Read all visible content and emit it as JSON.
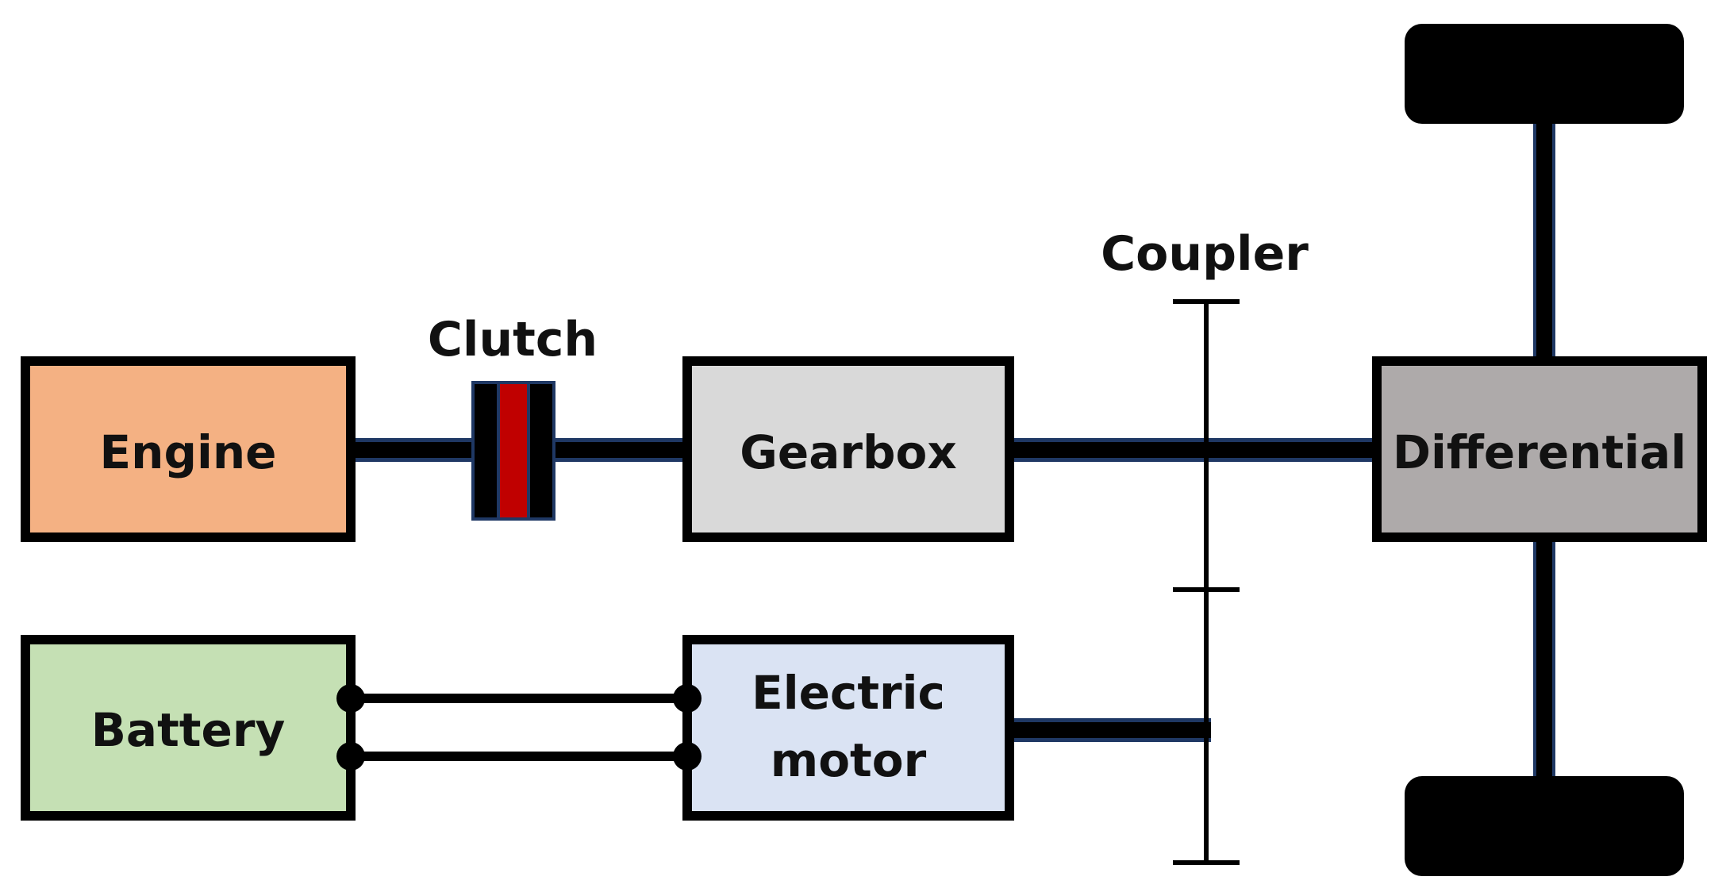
{
  "diagram": {
    "components": {
      "engine": {
        "label": "Engine",
        "color": "#F4B183"
      },
      "gearbox": {
        "label": "Gearbox",
        "color": "#D9D9D9"
      },
      "differential": {
        "label": "Differential",
        "color": "#AEAAAA"
      },
      "battery": {
        "label": "Battery",
        "color": "#C5E0B4"
      },
      "motor": {
        "label_line1": "Electric",
        "label_line2": "motor",
        "color": "#DAE3F3"
      }
    },
    "clutch": {
      "label": "Clutch",
      "plate_color": "#C00000"
    },
    "coupler": {
      "label": "Coupler"
    },
    "colors": {
      "outline": "#000000",
      "shaft_edge": "#1F3864",
      "wheel": "#000000"
    }
  }
}
